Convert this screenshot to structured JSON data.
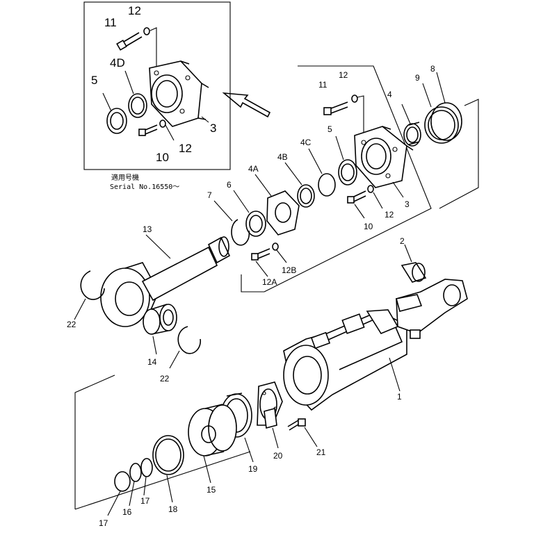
{
  "diagram": {
    "inset_labels": {
      "l12": "12",
      "l11": "11",
      "l4d": "4D",
      "l5": "5",
      "l3": "3",
      "l10": "10",
      "l12b": "12"
    },
    "inset_note": {
      "line1": "適用号機",
      "line2": "Serial No.16550～"
    },
    "callout_labels": {
      "l12": "12",
      "l11": "11",
      "l4": "4",
      "l9": "9",
      "l8": "8",
      "l5": "5",
      "l4c": "4C",
      "l4b": "4B",
      "l4a": "4A",
      "l6": "6",
      "l7": "7",
      "l3": "3",
      "l12r": "12",
      "l10": "10",
      "l12b": "12B",
      "l12a": "12A"
    },
    "main_labels": {
      "l13": "13",
      "l2": "2",
      "l22a": "22",
      "l14": "14",
      "l22b": "22",
      "l1": "1",
      "l21": "21",
      "l20": "20",
      "l19": "19",
      "l15": "15",
      "l18": "18",
      "l17a": "17",
      "l16": "16",
      "l17b": "17"
    }
  }
}
